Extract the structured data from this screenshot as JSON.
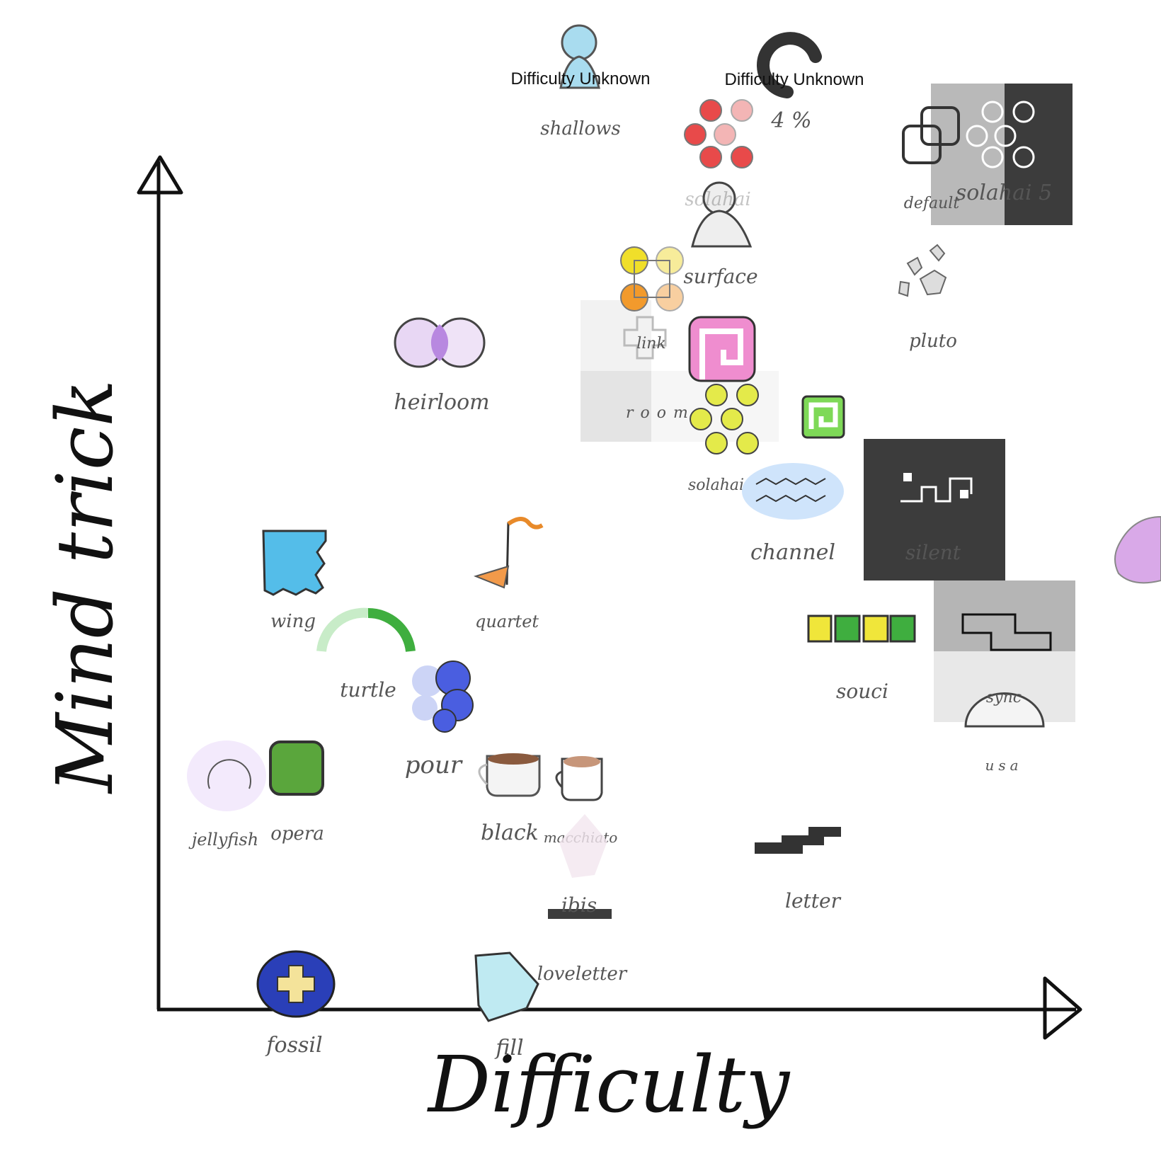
{
  "axes": {
    "x_label": "Difficulty",
    "y_label": "Mind trick"
  },
  "unknown_label": "Difficulty Unknown",
  "percent_label": "4 %",
  "games": [
    {
      "id": "shallows",
      "label": "shallows"
    },
    {
      "id": "unknown2",
      "label": ""
    },
    {
      "id": "solahai",
      "label": "solahai"
    },
    {
      "id": "default",
      "label": "default"
    },
    {
      "id": "solahai5",
      "label": "solahai 5"
    },
    {
      "id": "surface",
      "label": "surface"
    },
    {
      "id": "pluto",
      "label": "pluto"
    },
    {
      "id": "heirloom",
      "label": "heirloom"
    },
    {
      "id": "link",
      "label": "link"
    },
    {
      "id": "room",
      "label": "room"
    },
    {
      "id": "solahai2",
      "label": "solahai 2"
    },
    {
      "id": "channel",
      "label": "channel"
    },
    {
      "id": "silent",
      "label": "silent"
    },
    {
      "id": "wing",
      "label": "wing"
    },
    {
      "id": "quartet",
      "label": "quartet"
    },
    {
      "id": "turtle",
      "label": "turtle"
    },
    {
      "id": "souci",
      "label": "souci"
    },
    {
      "id": "sync",
      "label": "sync"
    },
    {
      "id": "usa",
      "label": "usa"
    },
    {
      "id": "pour",
      "label": "pour"
    },
    {
      "id": "jellyfish",
      "label": "jellyfish"
    },
    {
      "id": "opera",
      "label": "opera"
    },
    {
      "id": "black",
      "label": "black"
    },
    {
      "id": "macchiato",
      "label": "macchiato"
    },
    {
      "id": "ibis",
      "label": "ibis"
    },
    {
      "id": "letter",
      "label": "letter"
    },
    {
      "id": "fossil",
      "label": "fossil"
    },
    {
      "id": "fill",
      "label": "fill"
    },
    {
      "id": "loveletter",
      "label": "loveletter"
    }
  ],
  "colors": {
    "axis": "#111111",
    "dark_tile": "#3c3c3c",
    "grey_tile": "#b5b5b5"
  }
}
